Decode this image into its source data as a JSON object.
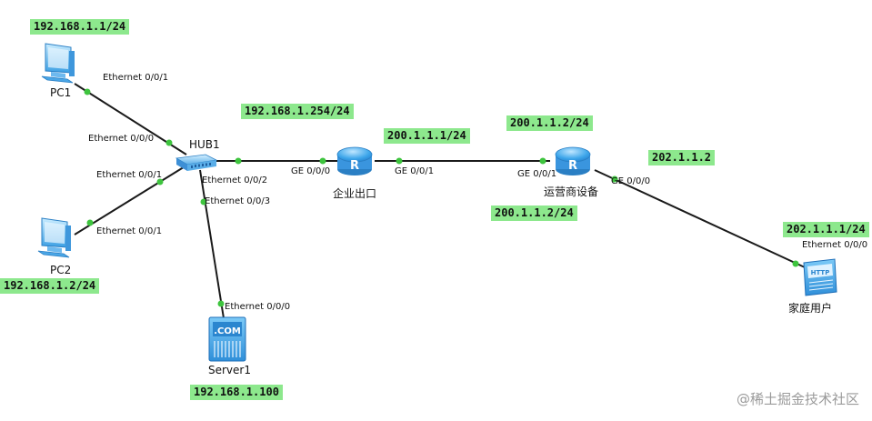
{
  "devices": {
    "pc1": "PC1",
    "pc2": "PC2",
    "hub1": "HUB1",
    "server1": "Server1",
    "enterprise_router": "企业出口",
    "isp_router": "运营商设备",
    "home_user": "家庭用户"
  },
  "ip_labels": {
    "pc1": "192.168.1.1/24",
    "pc2": "192.168.1.2/24",
    "gateway": "192.168.1.254/24",
    "enterprise_wan": "200.1.1.1/24",
    "isp_wan_top": "200.1.1.2/24",
    "isp_wan_bottom": "200.1.1.2/24",
    "isp_lan": "202.1.1.2",
    "home": "202.1.1.1/24",
    "server": "192.168.1.100"
  },
  "ports": {
    "pc1_eth": "Ethernet 0/0/1",
    "hub_eth000": "Ethernet 0/0/0",
    "hub_eth001": "Ethernet 0/0/1",
    "pc2_eth": "Ethernet 0/0/1",
    "hub_eth002": "Ethernet 0/0/2",
    "hub_eth003": "Ethernet 0/0/3",
    "server_eth": "Ethernet 0/0/0",
    "ent_ge000": "GE 0/0/0",
    "ent_ge001": "GE 0/0/1",
    "isp_ge001": "GE 0/0/1",
    "isp_ge000": "GE 0/0/0",
    "home_eth": "Ethernet 0/0/0"
  },
  "icons": {
    "server_screen_text": ".COM",
    "home_screen_text": "HTTP",
    "router_glyph": "R"
  },
  "watermark": "@稀土掘金技术社区",
  "colors": {
    "ip_label_bg": "#8de88d",
    "link": "#1a1a1a",
    "port_dot": "#3ec43e",
    "device_blue": "#3a9ee0"
  }
}
